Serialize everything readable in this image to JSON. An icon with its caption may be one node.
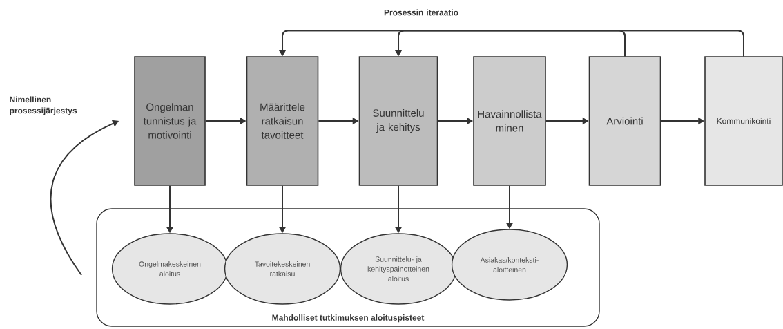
{
  "diagram": {
    "nodes": [
      {
        "text": [
          "Ongelman tunnistus ja motivointi"
        ]
      },
      {
        "text": [
          "Määrittele ratkaisun tavoitteet"
        ]
      },
      {
        "text": [
          "Suunnittelu ja kehitys"
        ]
      },
      {
        "text": [
          "Havainnollista minen"
        ]
      },
      {
        "text": [
          "Arviointi"
        ]
      },
      {
        "text": [
          "Kommunikointi"
        ]
      },
      {
        "text": [
          "Mahdolliset tutkimuksen aloituspisteet"
        ]
      },
      {
        "text": [
          "Ongelmakeskeinen aloitus"
        ],
        "in": 6
      },
      {
        "text": [
          "Tavoitekeskeinen ratkaisu"
        ],
        "in": 6
      },
      {
        "text": [
          "Suunnittelu- ja kehityspainotteinen aloitus"
        ],
        "in": 6
      },
      {
        "text": [
          "Asiakas/konteksti-aloitteinen"
        ],
        "in": 6
      }
    ],
    "edges": [
      {
        "from": 0,
        "to": 1,
        "arrow": "to"
      },
      {
        "from": 1,
        "to": 2,
        "arrow": "to"
      },
      {
        "from": 2,
        "to": 3,
        "arrow": "to"
      },
      {
        "from": 3,
        "to": 4,
        "arrow": "to"
      },
      {
        "from": 4,
        "to": 5,
        "arrow": "to"
      },
      {
        "from": 4,
        "to": 1,
        "arrow": "to"
      },
      {
        "from": 4,
        "to": 2,
        "arrow": "to"
      },
      {
        "from": 5,
        "to": 1,
        "arrow": "to"
      },
      {
        "from": 5,
        "to": 2,
        "arrow": "to"
      },
      {
        "from": 0,
        "to": 7,
        "arrow": "to"
      },
      {
        "from": 1,
        "to": 8,
        "arrow": "to"
      },
      {
        "from": 2,
        "to": 9,
        "arrow": "to"
      },
      {
        "from": 3,
        "to": 10,
        "arrow": "to"
      },
      {
        "from": null,
        "to": 0,
        "arrow": "to"
      }
    ],
    "labels": [
      "Prosessin iteraatio",
      "Nimellinen prosessijärjestys"
    ]
  }
}
